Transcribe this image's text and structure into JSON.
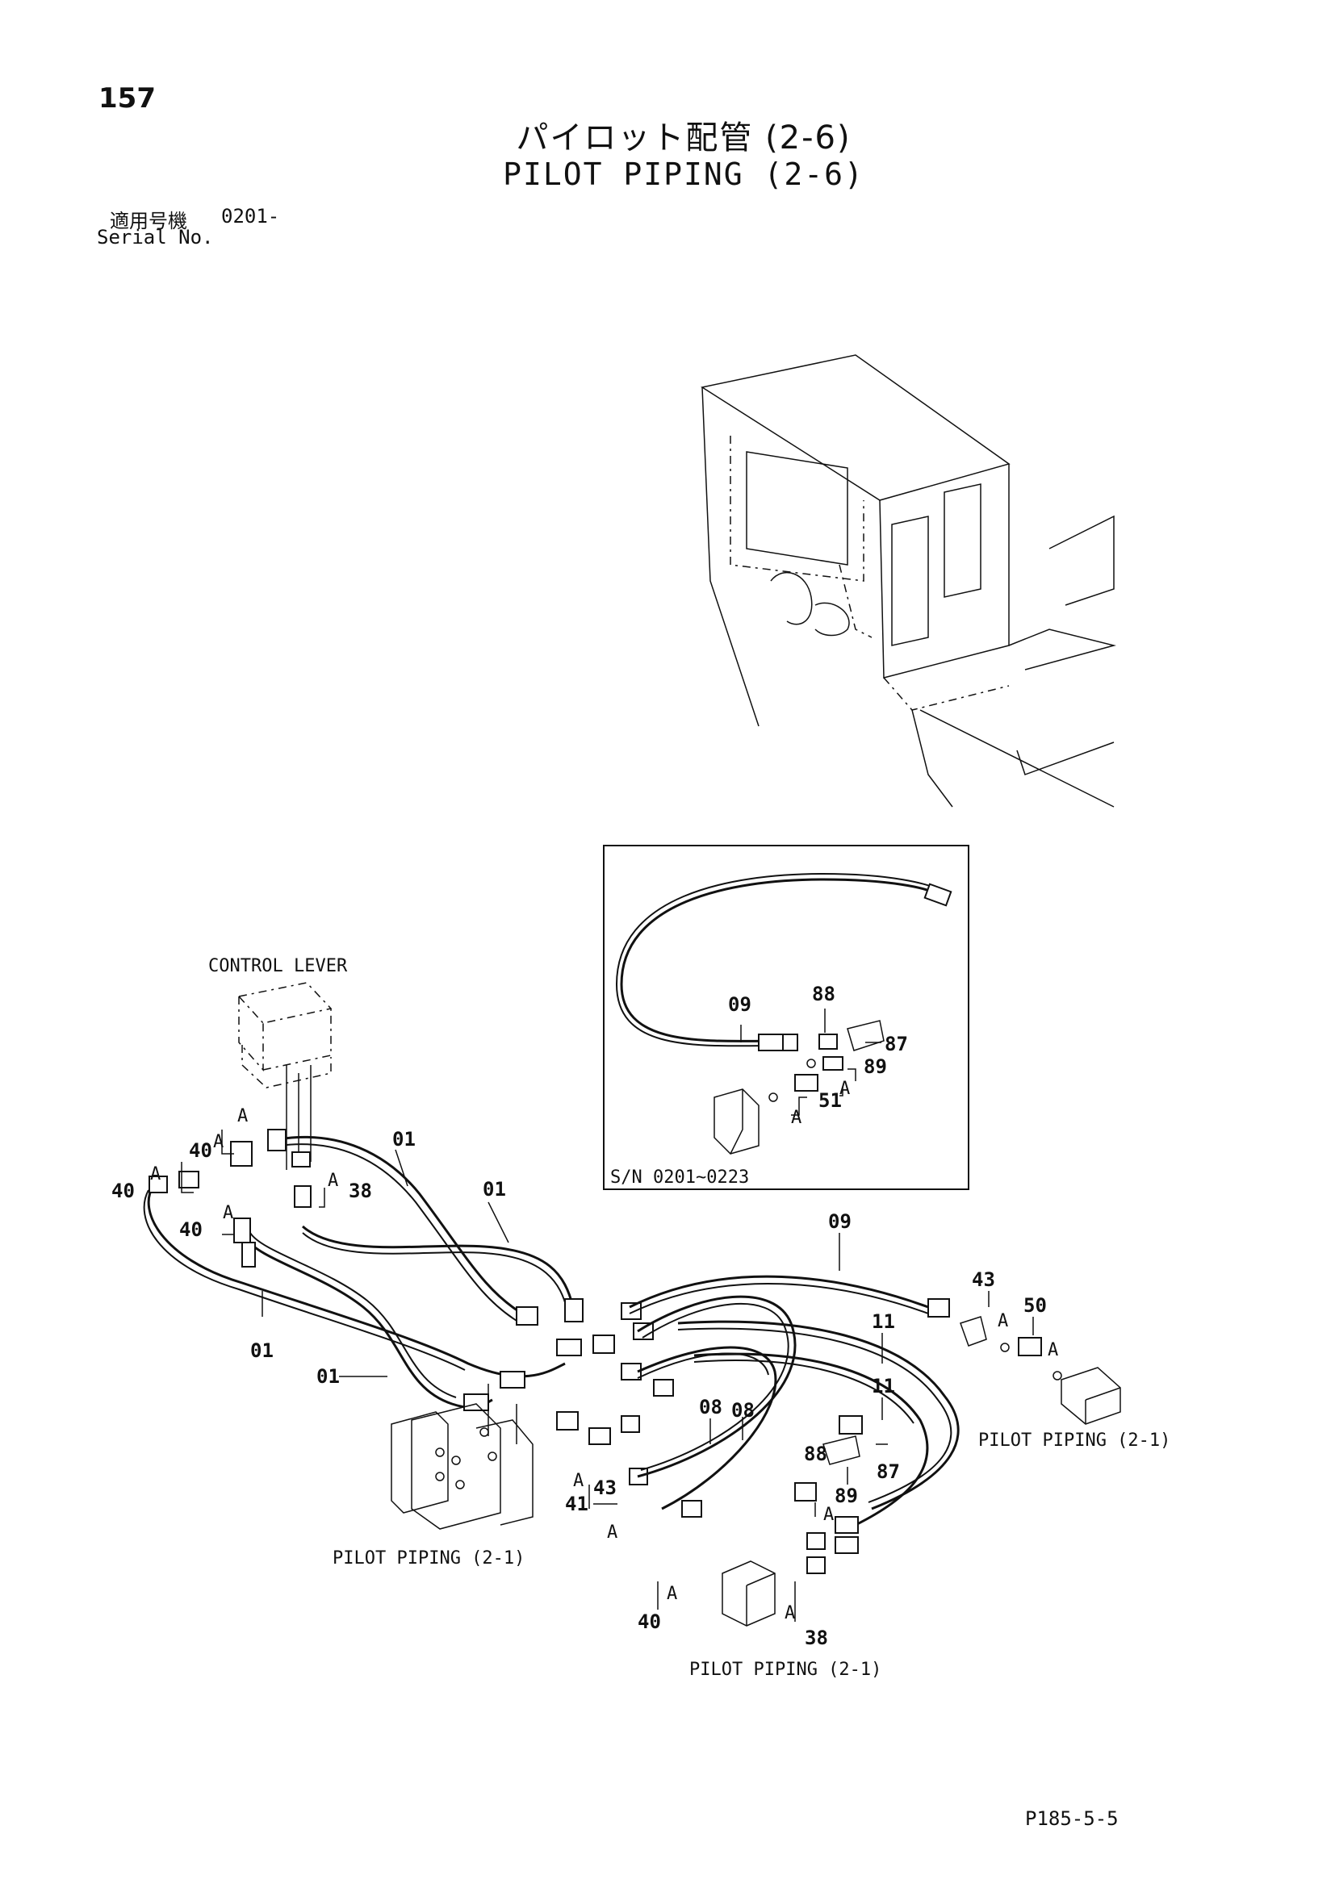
{
  "header": {
    "page_number": "157",
    "title_ja": "パイロット配管 (2-6)",
    "title_en": "PILOT PIPING (2-6)",
    "serial_label_ja": "適用号機",
    "serial_value": "0201-",
    "serial_label_en": "Serial No."
  },
  "callouts": {
    "control_lever": "CONTROL LEVER",
    "pilot_piping_left": "PILOT PIPING (2-1)",
    "pilot_piping_right": "PILOT PIPING (2-1)",
    "pilot_piping_bottom": "PILOT PIPING (2-1)",
    "inset_serial": "S/N 0201~0223"
  },
  "part_numbers": {
    "p01a": "01",
    "p01b": "01",
    "p01c": "01",
    "p01d": "01",
    "p09": "09",
    "p09_inset": "09",
    "p88_inset": "88",
    "p87_inset": "87",
    "p89_inset": "89",
    "p51_inset": "51",
    "p40a": "40",
    "p40b": "40",
    "p40c": "40",
    "p40d": "40",
    "p38a": "38",
    "p38b": "38",
    "p43a": "43",
    "p43b": "43",
    "p50": "50",
    "p11a": "11",
    "p11b": "11",
    "p08a": "08",
    "p08b": "08",
    "p88": "88",
    "p87": "87",
    "p89": "89",
    "p41": "41"
  },
  "marker_letter": "A",
  "footer": {
    "code": "P185-5-5"
  }
}
